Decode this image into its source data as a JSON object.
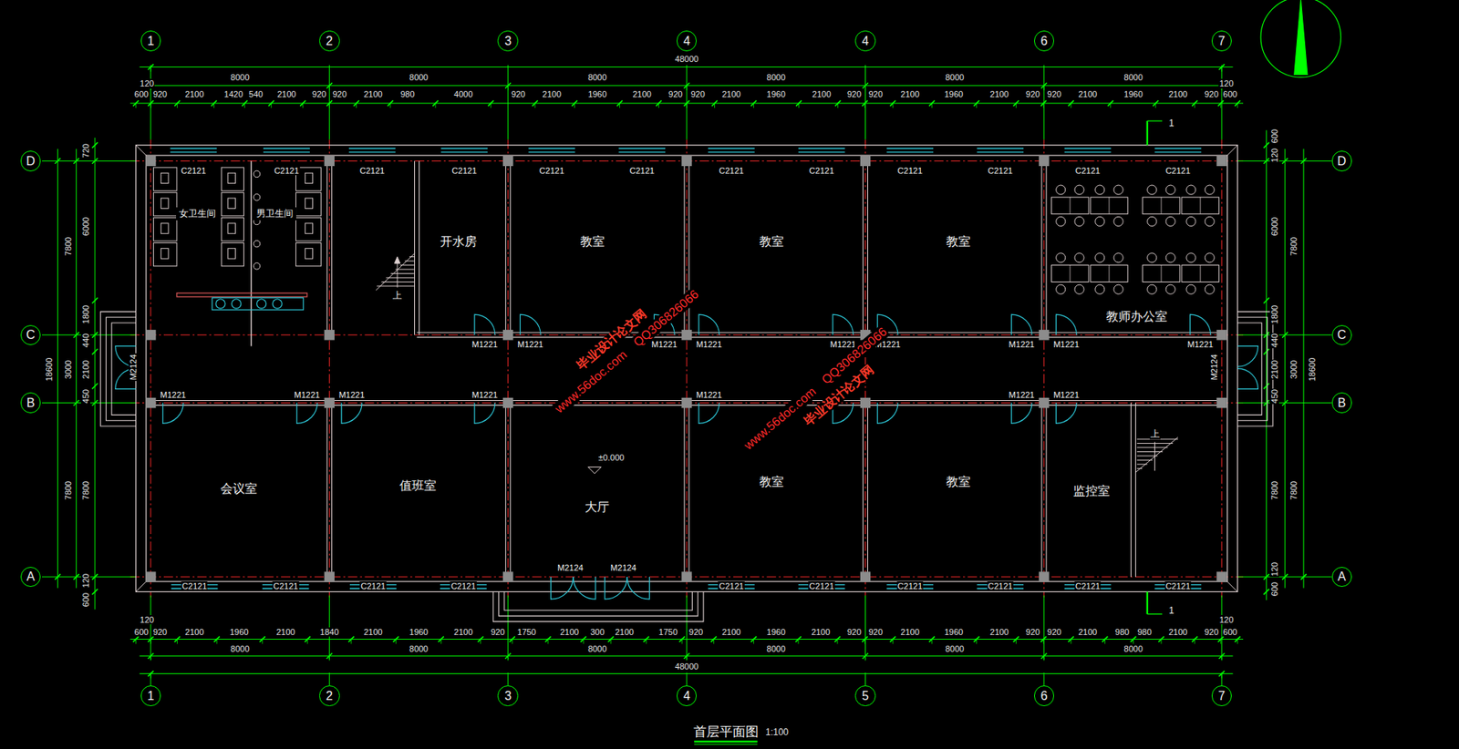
{
  "diagram": {
    "title": "首层平面图",
    "caption": "1:100",
    "nodes": [
      {
        "text": [
          "1"
        ]
      },
      {
        "text": [
          "2"
        ]
      },
      {
        "text": [
          "3"
        ]
      },
      {
        "text": [
          "4"
        ]
      },
      {
        "text": [
          "4"
        ]
      },
      {
        "text": [
          "6"
        ]
      },
      {
        "text": [
          "7"
        ]
      },
      {
        "text": [
          "D"
        ]
      },
      {
        "text": [
          "D"
        ]
      },
      {
        "text": [
          "女卫生间"
        ]
      },
      {
        "text": [
          "男卫生间"
        ]
      },
      {
        "text": [
          "开水房"
        ]
      },
      {
        "text": [
          "教室"
        ]
      },
      {
        "text": [
          "教室"
        ]
      },
      {
        "text": [
          "教室"
        ]
      },
      {
        "text": [
          "教师办公室"
        ]
      },
      {
        "text": [
          "C"
        ]
      },
      {
        "text": [
          "C"
        ]
      },
      {
        "text": [
          "B"
        ]
      },
      {
        "text": [
          "B"
        ]
      },
      {
        "text": [
          "会议室"
        ]
      },
      {
        "text": [
          "值班室"
        ]
      },
      {
        "text": [
          "大厅"
        ]
      },
      {
        "text": [
          "教室"
        ]
      },
      {
        "text": [
          "教室"
        ]
      },
      {
        "text": [
          "监控室"
        ]
      },
      {
        "text": [
          "A"
        ]
      },
      {
        "text": [
          "A"
        ]
      },
      {
        "text": [
          "1"
        ]
      },
      {
        "text": [
          "2"
        ]
      },
      {
        "text": [
          "3"
        ]
      },
      {
        "text": [
          "4"
        ]
      },
      {
        "text": [
          "5"
        ]
      },
      {
        "text": [
          "6"
        ]
      },
      {
        "text": [
          "7"
        ]
      }
    ],
    "labels": [
      "48000",
      "120",
      "120",
      "8000",
      "8000",
      "8000",
      "8000",
      "8000",
      "8000",
      "600",
      "920",
      "2100",
      "1420",
      "540",
      "2100",
      "920",
      "920",
      "2100",
      "980",
      "4000",
      "920",
      "2100",
      "1960",
      "2100",
      "920",
      "920",
      "2100",
      "1960",
      "2100",
      "920",
      "920",
      "2100",
      "1960",
      "2100",
      "920",
      "920",
      "2100",
      "1960",
      "2100",
      "920",
      "600",
      "120",
      "120",
      "600",
      "920",
      "2100",
      "1960",
      "2100",
      "1840",
      "2100",
      "1960",
      "2100",
      "920",
      "1750",
      "2100",
      "300",
      "2100",
      "1750",
      "920",
      "2100",
      "1960",
      "2100",
      "920",
      "920",
      "2100",
      "1960",
      "2100",
      "920",
      "920",
      "2100",
      "980",
      "980",
      "2100",
      "920",
      "600",
      "8000",
      "8000",
      "8000",
      "8000",
      "8000",
      "8000",
      "48000",
      "18600",
      "7800",
      "3000",
      "7800",
      "720",
      "6000",
      "1800",
      "440",
      "2100",
      "450",
      "7800",
      "120",
      "600",
      "600",
      "120",
      "6000",
      "1800",
      "440",
      "2100",
      "450",
      "7800",
      "120",
      "600",
      "7800",
      "3000",
      "7800",
      "18600",
      "C2121",
      "C2121",
      "C2121",
      "C2121",
      "C2121",
      "C2121",
      "C2121",
      "C2121",
      "C2121",
      "C2121",
      "C2121",
      "C2121",
      "C2121",
      "C2121",
      "C2121",
      "C2121",
      "C2121",
      "C2121",
      "C2121",
      "C2121",
      "C2121",
      "C2121",
      "M1221",
      "M1221",
      "M1221",
      "M1221",
      "M1221",
      "M1221",
      "M1221",
      "M1221",
      "M1221",
      "M1221",
      "M1221",
      "M1221",
      "M1221",
      "M1221",
      "M1221",
      "M1221",
      "M2124",
      "M2124",
      "M2124",
      "M2124",
      "±0.000",
      "上",
      "上",
      "1",
      "1",
      "毕业设计论文网",
      "www.56doc.com",
      "QQ306826066",
      "毕业设计论文网",
      "www.56doc.com",
      "QQ306826066"
    ]
  }
}
